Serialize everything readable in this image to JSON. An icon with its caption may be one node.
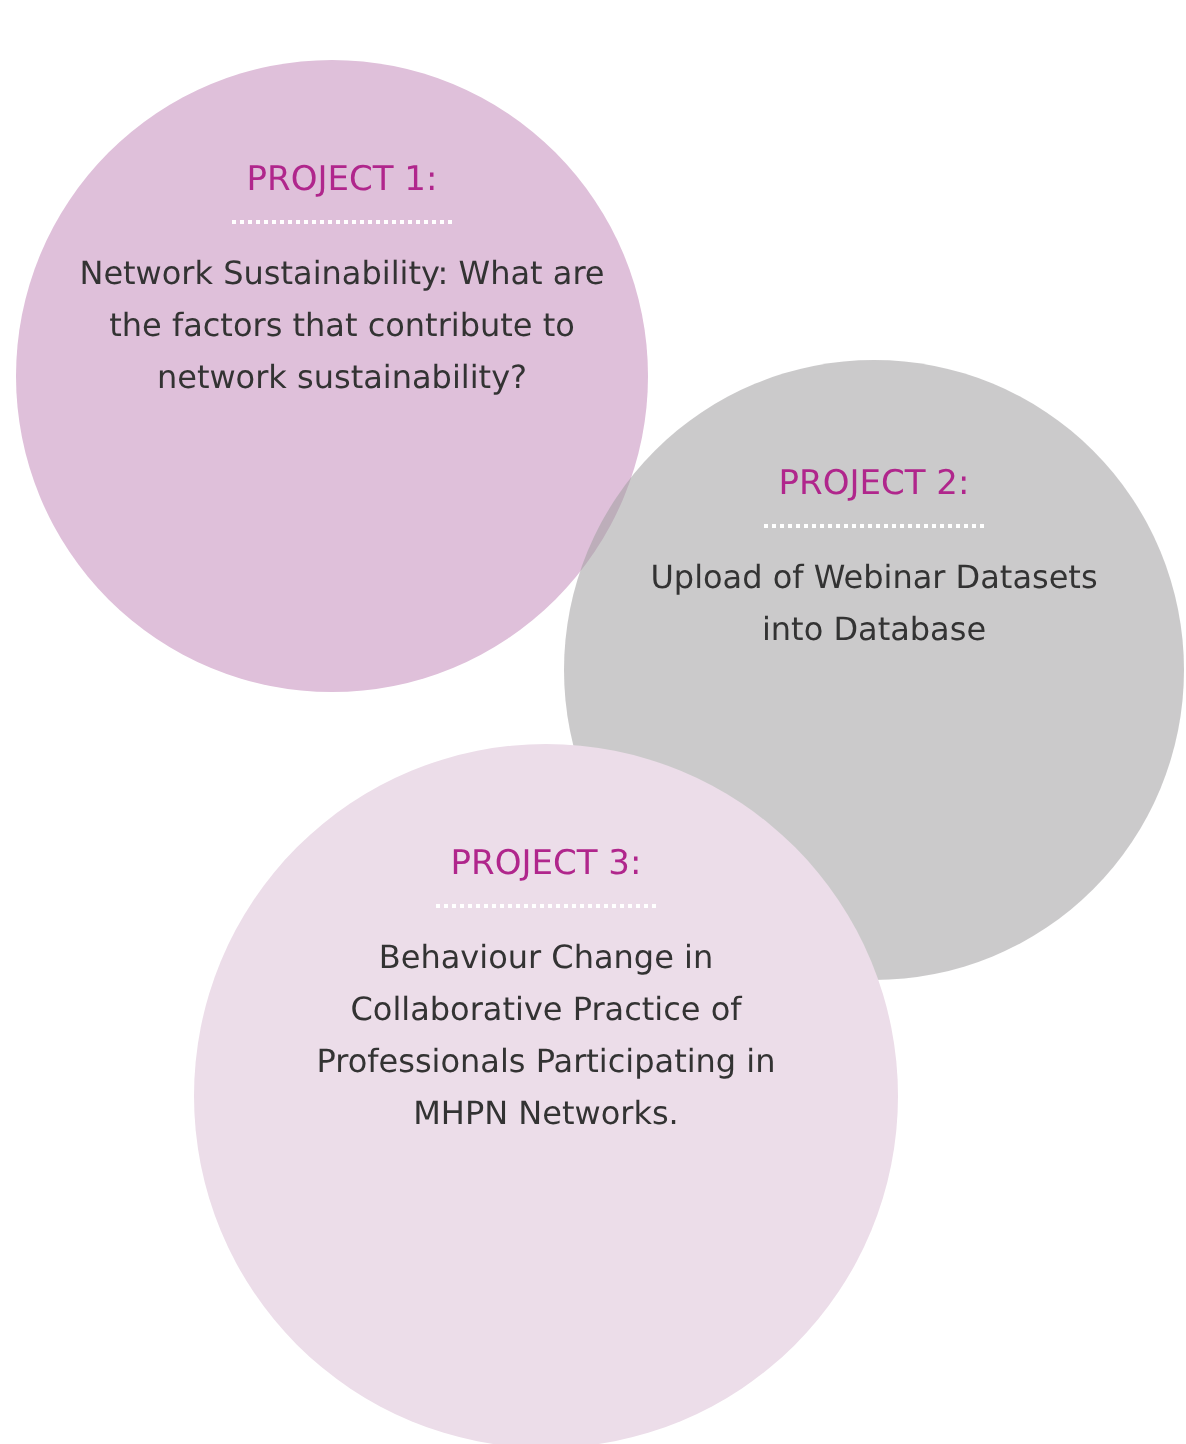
{
  "diagram": {
    "nodes": [
      {
        "text": [
          "PROJECT 1:",
          "Network Sustainability: What are the factors that contribute to network sustainability?"
        ]
      },
      {
        "text": [
          "PROJECT 2:",
          "Upload of Webinar Datasets into Database"
        ]
      },
      {
        "text": [
          "PROJECT 3:",
          "Behaviour Change in Collaborative Practice of Professionals Participating in MHPN Networks."
        ]
      }
    ]
  }
}
